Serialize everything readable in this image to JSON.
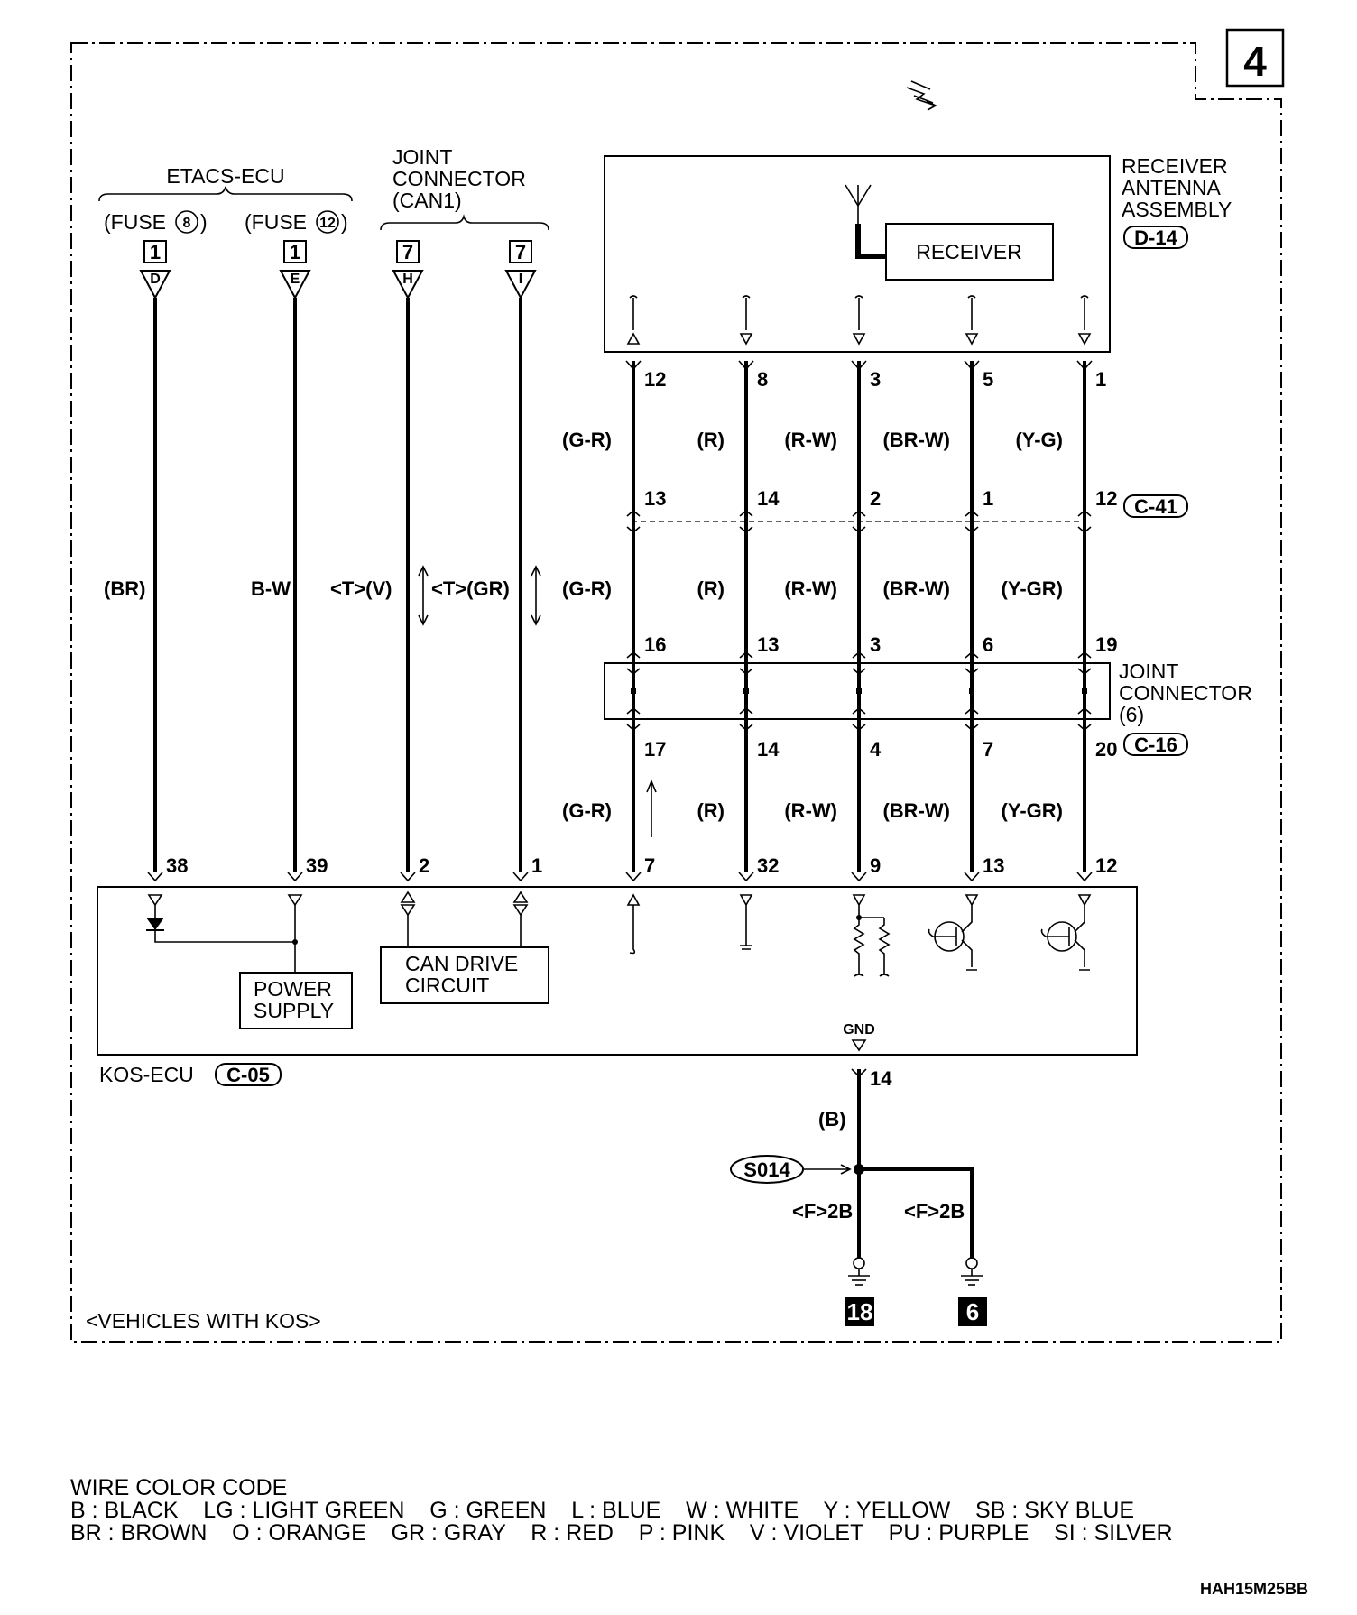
{
  "page_number": "4",
  "scope_note": "<VEHICLES WITH KOS>",
  "etacs": {
    "title": "ETACS-ECU",
    "fuse_a": "(FUSE",
    "fuse_a_num": "8",
    "fuse_b": "(FUSE",
    "fuse_b_num": "12",
    "close_paren": ")",
    "conn_a": "1",
    "pin_a": "D",
    "conn_b": "1",
    "pin_b": "E"
  },
  "joint_can": {
    "title_l1": "JOINT",
    "title_l2": "CONNECTOR",
    "title_l3": "(CAN1)",
    "conn_a": "7",
    "pin_a": "H",
    "conn_b": "7",
    "pin_b": "I"
  },
  "receiver": {
    "title_l1": "RECEIVER",
    "title_l2": "ANTENNA",
    "title_l3": "ASSEMBLY",
    "connector": "D-14",
    "inner_label": "RECEIVER"
  },
  "wires": {
    "left": [
      {
        "color": "(BR)",
        "ecu_pin": "38"
      },
      {
        "color": "B-W",
        "ecu_pin": "39"
      },
      {
        "color": "<T>(V)",
        "ecu_pin": "2"
      },
      {
        "color": "<T>(GR)",
        "ecu_pin": "1"
      }
    ],
    "right": [
      {
        "rx_pin": "12",
        "c1": "(G-R)",
        "c41_top": "13",
        "c2": "(G-R)",
        "j_top": "16",
        "j_bot": "17",
        "c3": "(G-R)",
        "ecu_pin": "7"
      },
      {
        "rx_pin": "8",
        "c1": "(R)",
        "c41_top": "14",
        "c2": "(R)",
        "j_top": "13",
        "j_bot": "14",
        "c3": "(R)",
        "ecu_pin": "32"
      },
      {
        "rx_pin": "3",
        "c1": "(R-W)",
        "c41_top": "2",
        "c2": "(R-W)",
        "j_top": "3",
        "j_bot": "4",
        "c3": "(R-W)",
        "ecu_pin": "9"
      },
      {
        "rx_pin": "5",
        "c1": "(BR-W)",
        "c41_top": "1",
        "c2": "(BR-W)",
        "j_top": "6",
        "j_bot": "7",
        "c3": "(BR-W)",
        "ecu_pin": "13"
      },
      {
        "rx_pin": "1",
        "c1": "(Y-G)",
        "c41_top": "12",
        "c2": "(Y-GR)",
        "j_top": "19",
        "j_bot": "20",
        "c3": "(Y-GR)",
        "ecu_pin": "12"
      }
    ]
  },
  "c41": "C-41",
  "joint6": {
    "title_l1": "JOINT",
    "title_l2": "CONNECTOR",
    "title_l3": "(6)",
    "connector": "C-16"
  },
  "kos_ecu": {
    "name": "KOS-ECU",
    "connector": "C-05",
    "power_l1": "POWER",
    "power_l2": "SUPPLY",
    "can_l1": "CAN DRIVE",
    "can_l2": "CIRCUIT",
    "gnd": "GND",
    "gnd_pin": "14"
  },
  "ground": {
    "wire_color": "(B)",
    "splice": "S014",
    "left_wire": "<F>2B",
    "right_wire": "<F>2B",
    "point_a": "18",
    "point_b": "6"
  },
  "legend": {
    "title": "WIRE COLOR CODE",
    "row1": "B : BLACK    LG : LIGHT GREEN    G : GREEN    L : BLUE    W : WHITE    Y : YELLOW    SB : SKY BLUE",
    "row2": "BR : BROWN    O : ORANGE    GR : GRAY    R : RED    P : PINK    V : VIOLET    PU : PURPLE    SI : SILVER"
  },
  "ref_code": "HAH15M25BB"
}
